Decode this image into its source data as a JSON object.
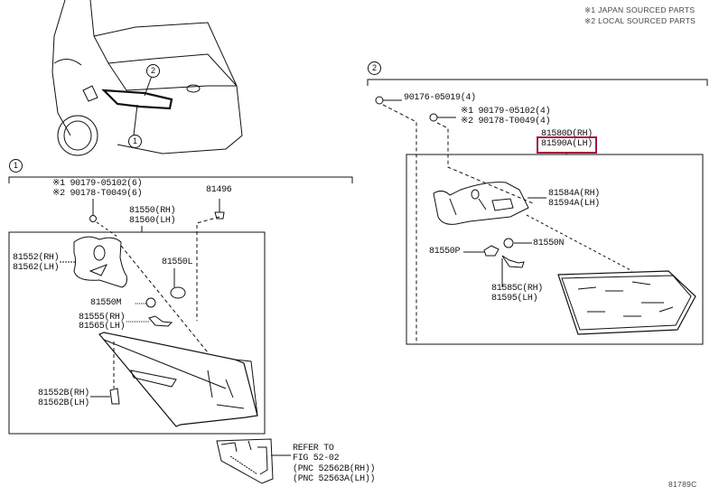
{
  "legend": [
    "※1 JAPAN SOURCED PARTS",
    "※2 LOCAL SOURCED PARTS"
  ],
  "callouts": {
    "one": "1",
    "two": "2"
  },
  "group1": {
    "bolt": [
      "※1 90179-05102(6)",
      "※2 90178-T0049(6)"
    ],
    "clip": "81496",
    "assembly": [
      "81550(RH)",
      "81560(LH)"
    ],
    "gasket": [
      "81552(RH)",
      "81562(LH)"
    ],
    "bulb": "81550L",
    "socket": "81550M",
    "socket_wire": [
      "81555(RH)",
      "81565(LH)"
    ],
    "pad": [
      "81552B(RH)",
      "81562B(LH)"
    ]
  },
  "refer": [
    "REFER TO",
    "FIG 52-02",
    "(PNC 52562B(RH))",
    "(PNC 52563A(LH))"
  ],
  "group2": {
    "nut": "90176-05019(4)",
    "bolt": [
      "※1 90179-05102(4)",
      "※2 90178-T0049(4)"
    ],
    "assembly": [
      "81580D(RH)",
      "81590A(LH)"
    ],
    "gasket": [
      "81584A(RH)",
      "81594A(LH)"
    ],
    "bulb": "81550N",
    "socket": "81550P",
    "socket_wire": [
      "81585C(RH)",
      "81595(LH)"
    ]
  },
  "highlight_color": "#a3173f",
  "figure_id": "81789C"
}
